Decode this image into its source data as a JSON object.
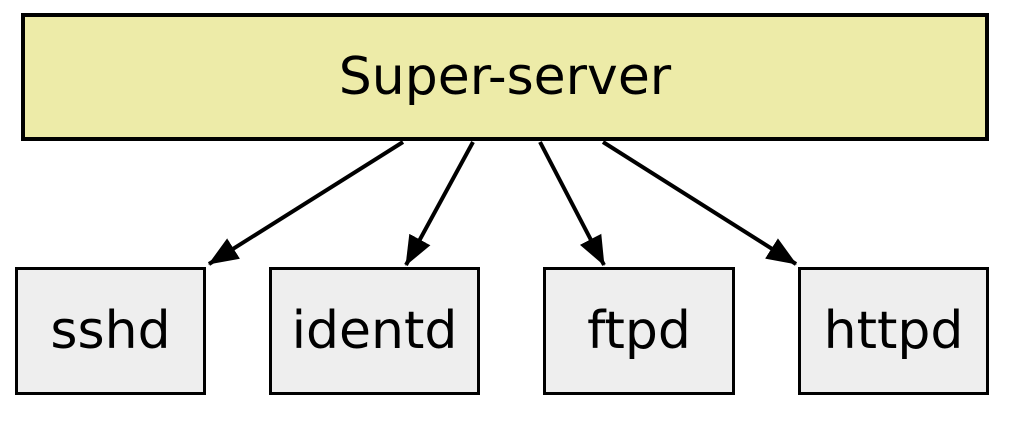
{
  "diagram": {
    "background_color": "#ffffff",
    "edge_color": "#000000",
    "nodes": {
      "super_server": {
        "label": "Super-server",
        "fill_color": "#EDEBA8",
        "border_color": "#000000"
      },
      "sshd": {
        "label": "sshd",
        "fill_color": "#EEEEEE",
        "border_color": "#000000"
      },
      "identd": {
        "label": "identd",
        "fill_color": "#EEEEEE",
        "border_color": "#000000"
      },
      "ftpd": {
        "label": "ftpd",
        "fill_color": "#EEEEEE",
        "border_color": "#000000"
      },
      "httpd": {
        "label": "httpd",
        "fill_color": "#EEEEEE",
        "border_color": "#000000"
      }
    },
    "edges": [
      {
        "from": "Super-server",
        "to": "sshd"
      },
      {
        "from": "Super-server",
        "to": "identd"
      },
      {
        "from": "Super-server",
        "to": "ftpd"
      },
      {
        "from": "Super-server",
        "to": "httpd"
      }
    ]
  }
}
